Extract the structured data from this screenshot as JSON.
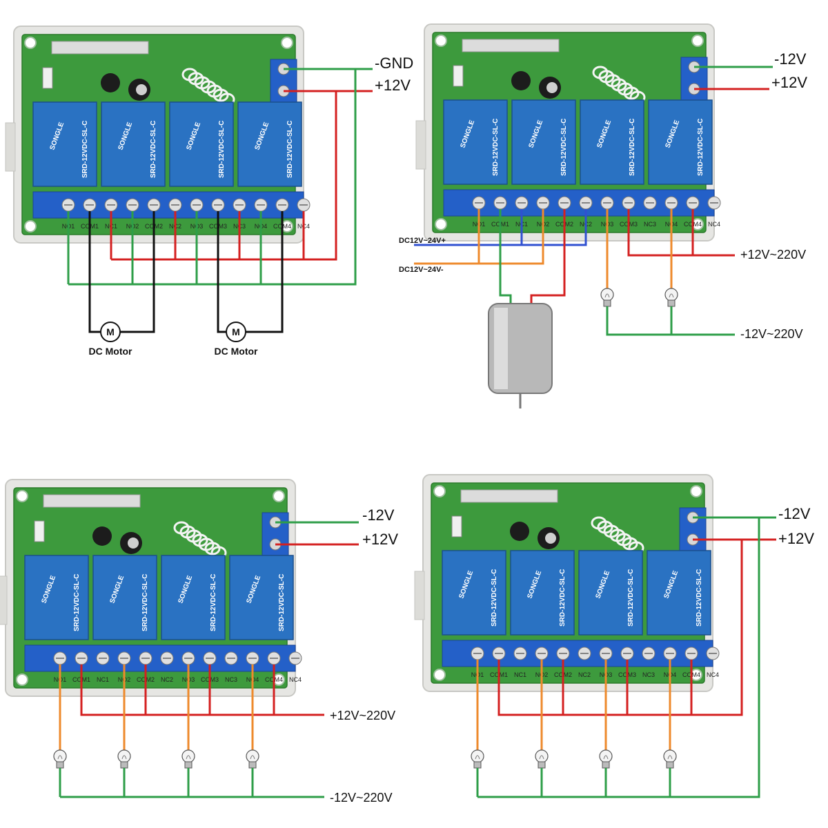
{
  "colors": {
    "pcb": "#3d9a3d",
    "case": "#e6e6e3",
    "relay": "#2a72c2",
    "terminal_block": "#2460c8",
    "wire_gnd": "#2e9e48",
    "wire_pos": "#d42020",
    "wire_motor": "#111111",
    "wire_lamp": "#ee8a2c",
    "wire_dc": "#3050d0"
  },
  "boards": [
    {
      "power_labels": [
        "-GND",
        "+12V"
      ],
      "terminal_labels": [
        "NO1",
        "COM1",
        "NC1",
        "NO2",
        "COM2",
        "NC2",
        "NO3",
        "COM3",
        "NC3",
        "NO4",
        "COM4",
        "NC4"
      ],
      "relay_brand": "SONGLE",
      "relay_model": "SRD-12VDC-SL-C",
      "motors": [
        {
          "symbol": "M",
          "label": "DC Motor"
        },
        {
          "symbol": "M",
          "label": "DC Motor"
        }
      ]
    },
    {
      "power_labels": [
        "-12V",
        "+12V"
      ],
      "terminal_labels": [
        "NO1",
        "COM1",
        "NC1",
        "NO2",
        "COM2",
        "NC2",
        "NO3",
        "COM3",
        "NC3",
        "NO4",
        "COM4",
        "NC4"
      ],
      "relay_brand": "SONGLE",
      "relay_model": "SRD-12VDC-SL-C",
      "dc_labels": [
        "DC12V~24V+",
        "DC12V~24V-"
      ],
      "load_labels": [
        "+12V~220V",
        "-12V~220V"
      ],
      "lamp_icons": [
        "bulb-icon",
        "bulb-icon"
      ]
    },
    {
      "power_labels": [
        "-12V",
        "+12V"
      ],
      "terminal_labels": [
        "NO1",
        "COM1",
        "NC1",
        "NO2",
        "COM2",
        "NC2",
        "NO3",
        "COM3",
        "NC3",
        "NO4",
        "COM4",
        "NC4"
      ],
      "relay_brand": "SONGLE",
      "relay_model": "SRD-12VDC-SL-C",
      "load_labels": [
        "+12V~220V",
        "-12V~220V"
      ],
      "lamp_icons": [
        "bulb-icon",
        "bulb-icon",
        "bulb-icon",
        "bulb-icon"
      ]
    },
    {
      "power_labels": [
        "-12V",
        "+12V"
      ],
      "terminal_labels": [
        "NO1",
        "COM1",
        "NC1",
        "NO2",
        "COM2",
        "NC2",
        "NO3",
        "COM3",
        "NC3",
        "NO4",
        "COM4",
        "NC4"
      ],
      "relay_brand": "SONGLE",
      "relay_model": "SRD-12VDC-SL-C",
      "lamp_icons": [
        "bulb-icon",
        "bulb-icon",
        "bulb-icon",
        "bulb-icon"
      ]
    }
  ]
}
